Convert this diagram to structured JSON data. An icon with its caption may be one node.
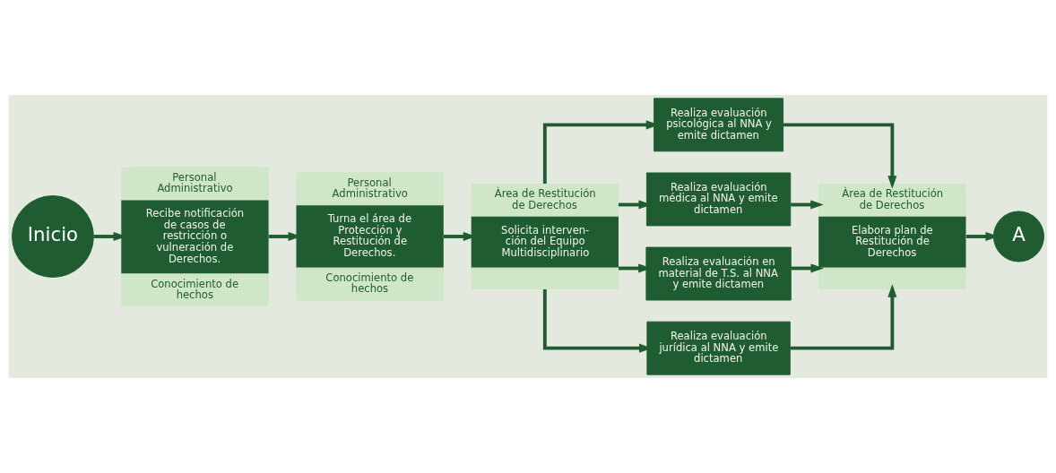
{
  "diagram": {
    "nodes": [
      {
        "text": [
          "Inicio"
        ]
      },
      {
        "text": [
          "Personal Administrativo",
          "Recibe notificación de casos de restricción o vulneración de Derechos.",
          "Conocimiento de hechos"
        ]
      },
      {
        "text": [
          "Personal Administrativo",
          "Turna el área de Protección y Restitución de Derechos.",
          "Conocimiento de hechos"
        ]
      },
      {
        "text": [
          "Àrea de Restitución de Derechos",
          "Solicita interven-ción del Equipo Multidisciplinario"
        ]
      },
      {
        "text": [
          "Realiza evaluación psicológica al NNA y emite dictamen"
        ]
      },
      {
        "text": [
          "Realiza evaluación médica al NNA y emite dictamen"
        ]
      },
      {
        "text": [
          "Realiza evaluación en material de T.S. al NNA y emite dictamen"
        ]
      },
      {
        "text": [
          "Realiza evaluación jurídica al NNA y emite dictamen"
        ]
      },
      {
        "text": [
          "Àrea de Restitución de Derechos",
          "Elabora plan de Restitución de Derechos"
        ]
      },
      {
        "text": [
          "A"
        ]
      }
    ],
    "edges": [
      {
        "from": 0,
        "to": 1,
        "arrow": "to"
      },
      {
        "from": 1,
        "to": 2,
        "arrow": "to"
      },
      {
        "from": 2,
        "to": 3,
        "arrow": "to"
      },
      {
        "from": 3,
        "to": 4,
        "arrow": "to"
      },
      {
        "from": 3,
        "to": 5,
        "arrow": "to"
      },
      {
        "from": 3,
        "to": 6,
        "arrow": "to"
      },
      {
        "from": 3,
        "to": 7,
        "arrow": "to"
      },
      {
        "from": 4,
        "to": 8,
        "arrow": "to"
      },
      {
        "from": 5,
        "to": 8,
        "arrow": "to"
      },
      {
        "from": 6,
        "to": 8,
        "arrow": "to"
      },
      {
        "from": 7,
        "to": 8,
        "arrow": "to"
      },
      {
        "from": 8,
        "to": 9,
        "arrow": "to"
      }
    ]
  }
}
